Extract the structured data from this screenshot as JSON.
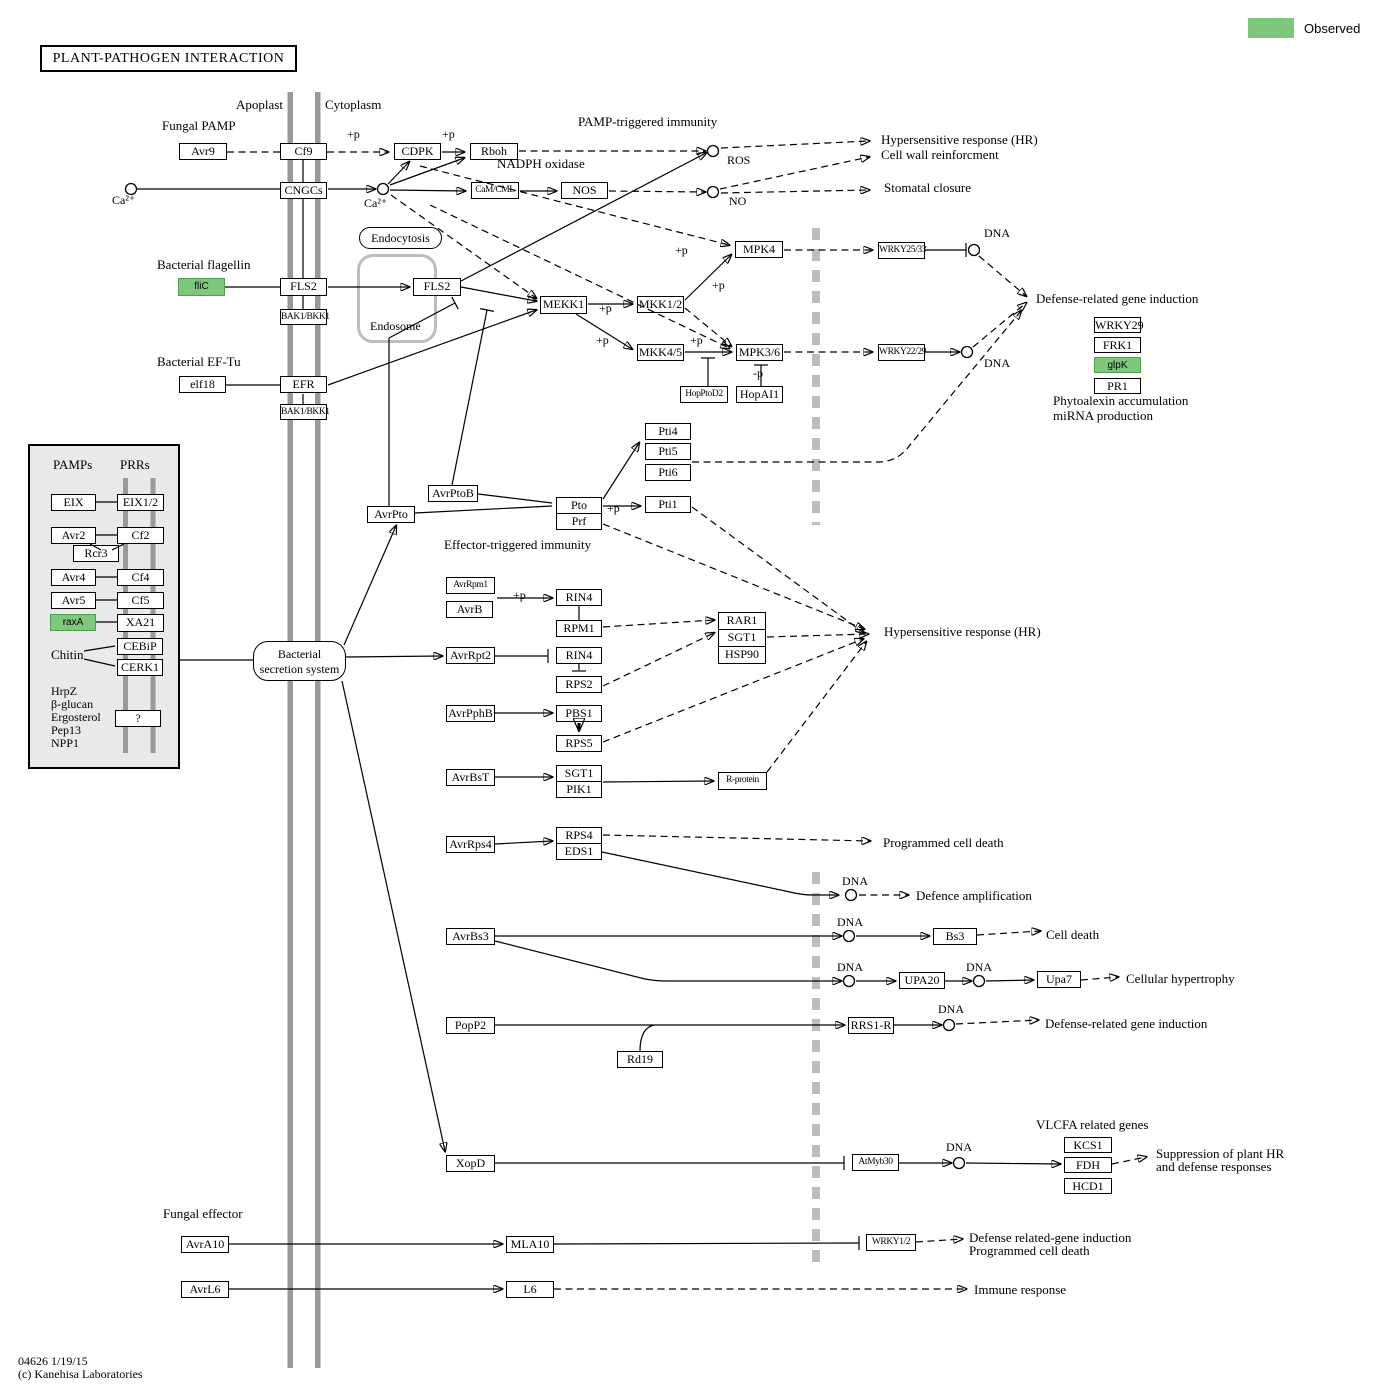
{
  "title": "PLANT-PATHOGEN  INTERACTION",
  "legend": {
    "observed": "Observed",
    "observed_color": "#7ec87e"
  },
  "footer": {
    "map_id": "04626 1/19/15",
    "copyright": "(c) Kanehisa Laboratories"
  },
  "colors": {
    "observed_green": "#7ec87e",
    "membrane_gray": "#999999",
    "nuclear_envelope_gray": "#bcbcbc",
    "panel_bg": "#e9e9e9"
  },
  "annotations": {
    "plus_p": "+p",
    "minus_p": "-p",
    "dna": "DNA",
    "ca": "Ca²⁺",
    "ros": "ROS",
    "no": "NO"
  },
  "compartments": {
    "apoplast": "Apoplast",
    "cytoplasm": "Cytoplasm",
    "endocytosis": "Endocytosis",
    "endosome": "Endosome"
  },
  "labels": {
    "fungal_pamp": "Fungal PAMP",
    "pamp_immunity": "PAMP-triggered immunity",
    "nadph_oxidase": "NADPH oxidase",
    "hr_top": "Hypersensitive response (HR)",
    "cell_wall": "Cell wall reinforcment",
    "stomatal": "Stomatal closure",
    "bacterial_flagellin": "Bacterial flagellin",
    "bacterial_eftu": "Bacterial EF-Tu",
    "defense_induction": "Defense-related gene induction",
    "phytoalexin": "Phytoalexin accumulation",
    "mirna": "miRNA production",
    "eti": "Effector-triggered immunity",
    "hr_mid": "Hypersensitive response (HR)",
    "programmed_cell_death": "Programmed cell death",
    "defence_amplification": "Defence amplification",
    "cell_death": "Cell death",
    "cellular_hypertrophy": "Cellular hypertrophy",
    "defense_induction2": "Defense-related gene induction",
    "vlcfa": "VLCFA related genes",
    "suppression_line1": "Suppression of plant HR",
    "suppression_line2": "and defense responses",
    "fungal_effector": "Fungal effector",
    "defense_related_line1": "Defense related-gene induction",
    "pcd_bottom": "Programmed cell death",
    "immune_response": "Immune response",
    "pamps": "PAMPs",
    "prrs": "PRRs",
    "chitin": "Chitin",
    "hrpz": "HrpZ",
    "beta_glucan": "β-glucan",
    "ergosterol": "Ergosterol",
    "pep13": "Pep13",
    "npp1": "NPP1"
  },
  "nodes": {
    "avr9": "Avr9",
    "cf9": "Cf9",
    "cdpk": "CDPK",
    "rboh": "Rboh",
    "cngcs": "CNGCs",
    "camcml": "CaM/CML",
    "nos": "NOS",
    "mpk4": "MPK4",
    "wrky2533": "WRKY25/33",
    "flic": "fliC",
    "fls2_membrane": "FLS2",
    "bak1_a": "BAK1/BKK1",
    "fls2_endosome": "FLS2",
    "elf18": "elf18",
    "efr": "EFR",
    "bak1_b": "BAK1/BKK1",
    "mekk1": "MEKK1",
    "mkk12": "MKK1/2",
    "mkk45": "MKK4/5",
    "mpk36": "MPK3/6",
    "hopptod2": "HopPtoD2",
    "hopai1": "HopAI1",
    "wrky2229": "WRKY22/29",
    "wrky29": "WRKY29",
    "frk1": "FRK1",
    "glpk": "glpK",
    "pr1": "PR1",
    "pti4": "Pti4",
    "pti5": "Pti5",
    "pti6": "Pti6",
    "pti1": "Pti1",
    "avrptob": "AvrPtoB",
    "avrpto": "AvrPto",
    "pto": "Pto",
    "prf": "Prf",
    "avrrpm1": "AvrRpm1",
    "avrb": "AvrB",
    "rin4_a": "RIN4",
    "rpm1": "RPM1",
    "avrrpt2": "AvrRpt2",
    "rin4_b": "RIN4",
    "rps2": "RPS2",
    "avrpphb": "AvrPphB",
    "pbs1": "PBS1",
    "rps5": "RPS5",
    "avrbst": "AvrBsT",
    "sgt1_b": "SGT1",
    "pik1": "PIK1",
    "rar1": "RAR1",
    "sgt1_a": "SGT1",
    "hsp90": "HSP90",
    "rprotein": "R-protein",
    "avrrps4": "AvrRps4",
    "rps4": "RPS4",
    "eds1": "EDS1",
    "avrbs3": "AvrBs3",
    "bs3": "Bs3",
    "upa20": "UPA20",
    "upa7": "Upa7",
    "popp2": "PopP2",
    "rd19": "Rd19",
    "rrs1r": "RRS1-R",
    "xopd": "XopD",
    "atmyb30": "AtMyb30",
    "kcs1": "KCS1",
    "fdh": "FDH",
    "hcd1": "HCD1",
    "avra10": "AvrA10",
    "mla10": "MLA10",
    "wrky12": "WRKY1/2",
    "avrl6": "AvrL6",
    "l6": "L6",
    "bss_line1": "Bacterial",
    "bss_line2": "secretion system",
    "eix": "EIX",
    "eix12": "EIX1/2",
    "avr2": "Avr2",
    "cf2": "Cf2",
    "rcr3": "Rcr3",
    "avr4": "Avr4",
    "cf4": "Cf4",
    "avr5": "Avr5",
    "cf5": "Cf5",
    "raxa": "raxA",
    "xa21": "XA21",
    "cebip": "CEBiP",
    "cerk1": "CERK1",
    "unknown_receptor": "?"
  }
}
